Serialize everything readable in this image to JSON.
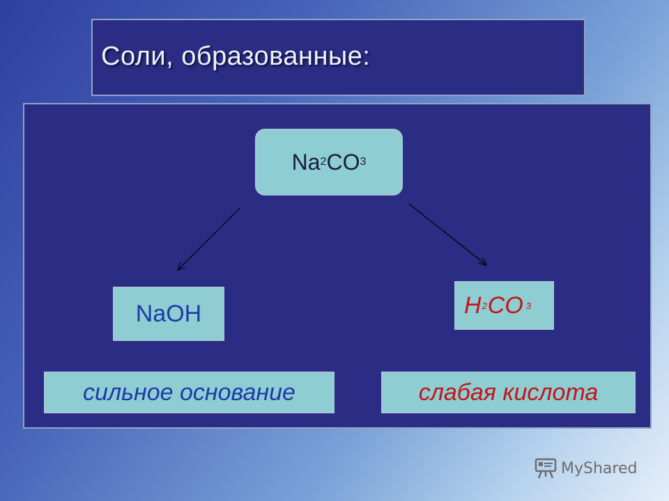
{
  "title": "Соли, образованные:",
  "salt": {
    "base": "Na",
    "sub1": "2",
    "mid": "CO",
    "sub2": "3"
  },
  "base": {
    "formula": "NaOH",
    "label": "сильное основание"
  },
  "acid": {
    "base": "H",
    "sub1": "2",
    "mid": "CO",
    "sub2": "3",
    "label": "слабая кислота"
  },
  "watermark": {
    "text": "MyShared",
    "icon": "presentation-board-icon"
  },
  "colors": {
    "panel": "#2b2c83",
    "node": "#8ecdd1",
    "base_text": "#1e3aa8",
    "acid_text": "#c4141a"
  }
}
